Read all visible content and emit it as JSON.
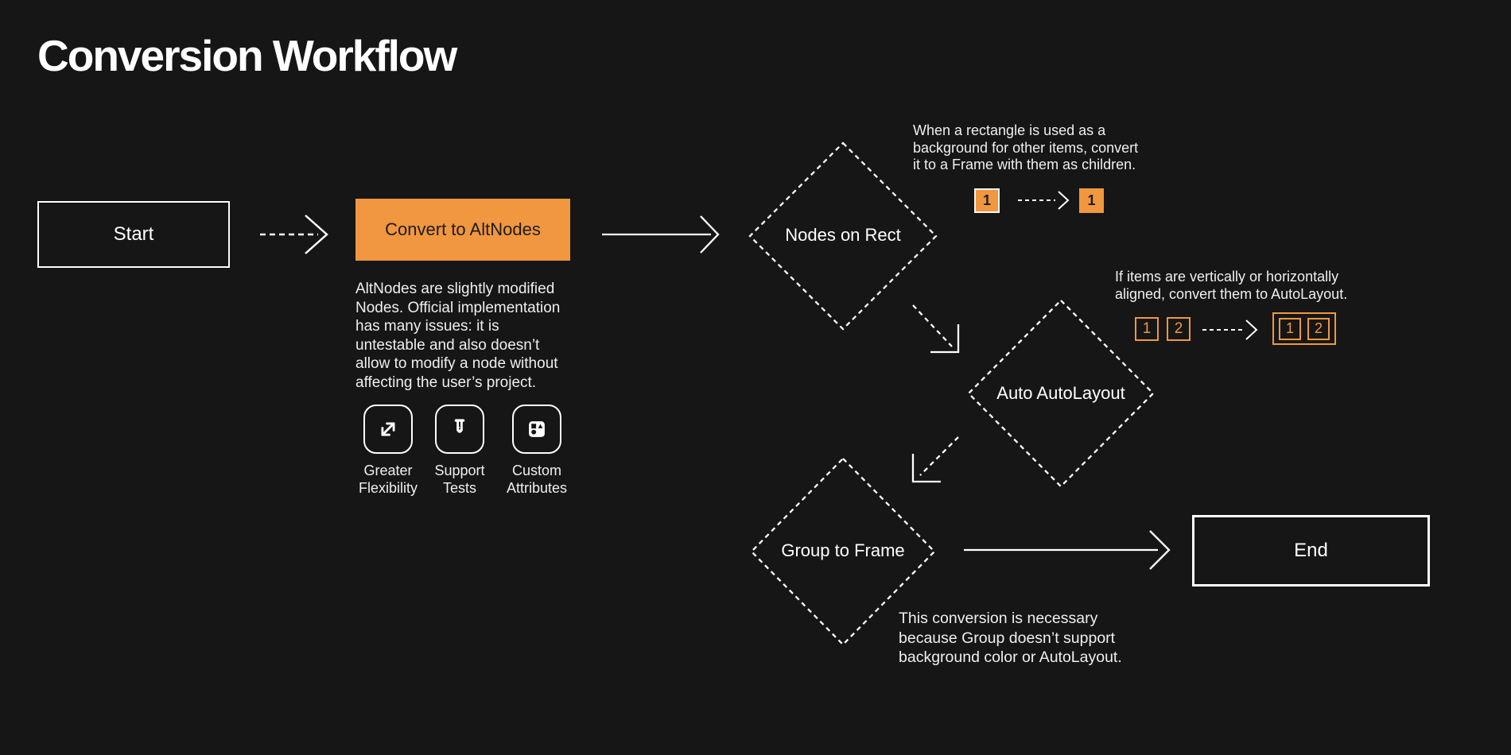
{
  "page": {
    "title": "Conversion Workflow",
    "background_color": "#161616",
    "accent_orange": "#F0973F",
    "stroke_white": "#FFFFFF",
    "text_color": "#EFEFEF"
  },
  "nodes": {
    "start": {
      "label": "Start",
      "shape": "rectangle"
    },
    "convert": {
      "label": "Convert to AltNodes",
      "shape": "rectangle-filled-orange"
    },
    "nodes_on_rect": {
      "label": "Nodes on Rect",
      "shape": "diamond-dashed"
    },
    "auto_autolayout": {
      "label": "Auto AutoLayout",
      "shape": "diamond-dashed"
    },
    "group_to_frame": {
      "label": "Group to Frame",
      "shape": "diamond-dashed"
    },
    "end": {
      "label": "End",
      "shape": "rectangle"
    }
  },
  "altnodes_note": {
    "text": "AltNodes are slightly modified\nNodes. Official implementation\nhas many issues: it is\nuntestable and also doesn’t\nallow to modify a node without\naffecting the user’s project."
  },
  "features": [
    {
      "icon": "expand-arrows-icon",
      "label": "Greater\nFlexibility"
    },
    {
      "icon": "test-tube-icon",
      "label": "Support\nTests"
    },
    {
      "icon": "shapes-icon",
      "label": "Custom\nAttributes"
    }
  ],
  "rect_note": {
    "text": "When a rectangle is used as a\nbackground for other items, convert\nit to a Frame with them as children.",
    "before_item": "1",
    "after_item": "1"
  },
  "autolayout_note": {
    "text": "If items are vertically or horizontally\naligned, convert them to AutoLayout.",
    "items_before": [
      "1",
      "2"
    ],
    "items_after": [
      "1",
      "2"
    ]
  },
  "group_note": {
    "text": "This conversion is necessary\nbecause Group doesn’t support\nbackground color or AutoLayout."
  }
}
